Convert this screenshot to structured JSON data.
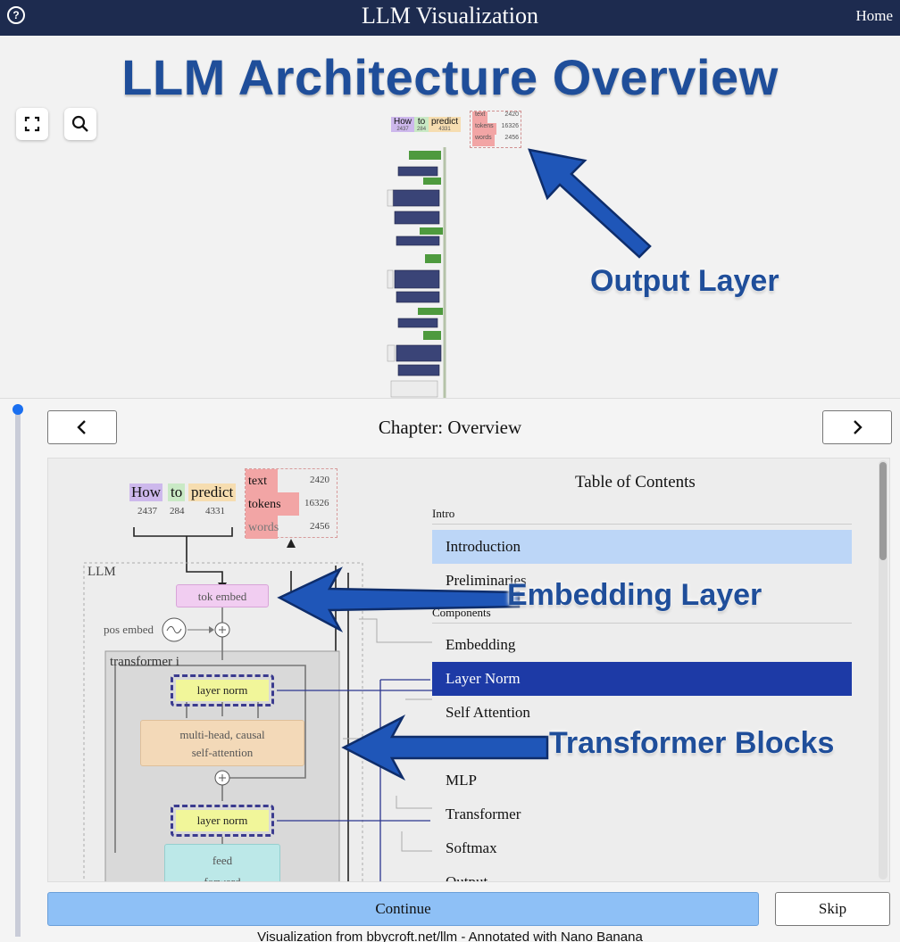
{
  "header": {
    "title": "LLM Visualization",
    "home": "Home",
    "help_icon": "?"
  },
  "viz": {
    "headline": "LLM Architecture Overview",
    "mini_tokens": [
      {
        "word": "How",
        "id": "2437",
        "color": "#cdb8ec"
      },
      {
        "word": "to",
        "id": "284",
        "color": "#c9e9c5"
      },
      {
        "word": "predict",
        "id": "4331",
        "color": "#f6ddb0"
      }
    ],
    "mini_output": [
      {
        "word": "text",
        "prob": "2420"
      },
      {
        "word": "tokens",
        "prob": "16326"
      },
      {
        "word": "words",
        "prob": "2456"
      }
    ],
    "annotation_output": "Output Layer"
  },
  "chapter": {
    "label": "Chapter: Overview"
  },
  "diagram": {
    "tokens": [
      {
        "word": "How",
        "id": "2437",
        "color": "#cdb8ec"
      },
      {
        "word": "to",
        "id": "284",
        "color": "#c9e9c5"
      },
      {
        "word": "predict",
        "id": "4331",
        "color": "#f6ddb0"
      }
    ],
    "outputs": [
      {
        "word": "text",
        "prob": "2420"
      },
      {
        "word": "tokens",
        "prob": "16326"
      },
      {
        "word": "words",
        "prob": "2456"
      }
    ],
    "llm_label": "LLM",
    "tok_embed": "tok embed",
    "pos_embed": "pos embed",
    "transformer_label": "transformer i",
    "layer_norm": "layer norm",
    "attention_line1": "multi-head, causal",
    "attention_line2": "self-attention",
    "feed_line1": "feed",
    "feed_line2": "forward"
  },
  "toc": {
    "title": "Table of Contents",
    "sections": {
      "intro": "Intro",
      "components": "Components"
    },
    "items": {
      "introduction": "Introduction",
      "preliminaries": "Preliminaries",
      "embedding": "Embedding",
      "layer_norm": "Layer Norm",
      "self_attention": "Self Attention",
      "mlp": "MLP",
      "transformer": "Transformer",
      "softmax": "Softmax",
      "output": "Output"
    }
  },
  "annotations": {
    "embedding": "Embedding Layer",
    "transformer": "Transformer Blocks"
  },
  "buttons": {
    "continue": "Continue",
    "skip": "Skip"
  },
  "credit": "Visualization from bbycroft.net/llm - Annotated with Nano Banana",
  "colors": {
    "header_bg": "#1d2b4f",
    "headline": "#1f4e9a",
    "annotation": "#1f4e9a",
    "toc_selected_light": "#bcd6f7",
    "toc_selected_dark": "#1d3aa6",
    "continue_bg": "#8ec0f6",
    "progress_dot": "#1a6ff0"
  }
}
